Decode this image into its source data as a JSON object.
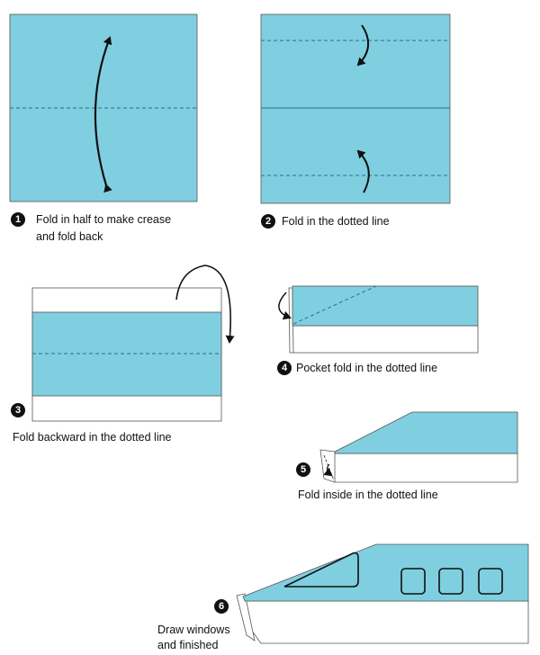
{
  "steps": [
    {
      "number": "1",
      "text_line1": "Fold in half to make crease",
      "text_line2": "and fold back"
    },
    {
      "number": "2",
      "text_line1": "Fold in the dotted line"
    },
    {
      "number": "3",
      "text_line1": "Fold backward in the dotted line"
    },
    {
      "number": "4",
      "text_line1": "Pocket fold in the dotted line"
    },
    {
      "number": "5",
      "text_line1": "Fold inside in the dotted line"
    },
    {
      "number": "6",
      "text_line1": "Draw windows",
      "text_line2": "and finished"
    }
  ],
  "colors": {
    "paper": "#7fcfe0",
    "paper_back": "#ffffff",
    "line": "#333333",
    "crease": "#2a6f84"
  }
}
